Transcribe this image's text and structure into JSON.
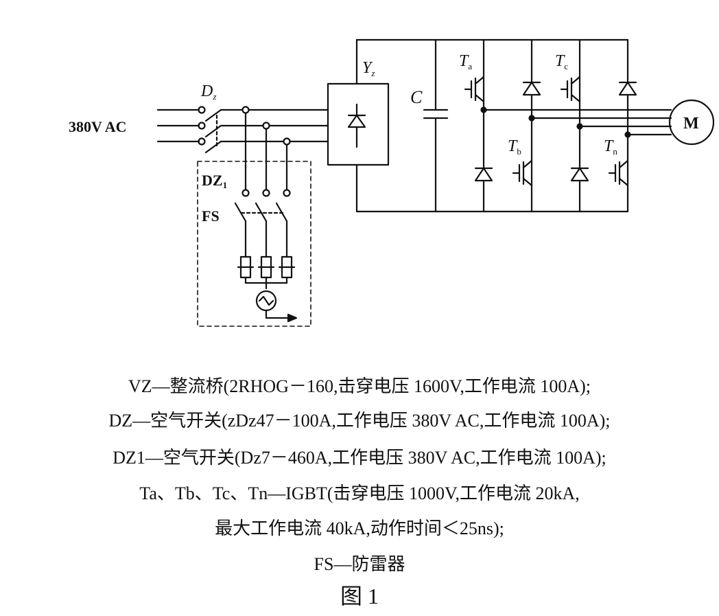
{
  "labels": {
    "ac": "380V AC",
    "dz": "D",
    "dz_sub": "z",
    "dz1": "DZ",
    "dz1_sub": "1",
    "fs": "FS",
    "yz": "Y",
    "yz_sub": "z",
    "c": "C",
    "ta": "T",
    "ta_sub": "a",
    "tb": "T",
    "tb_sub": "b",
    "tc": "T",
    "tc_sub": "c",
    "tn": "T",
    "tn_sub": "n",
    "motor": "M"
  },
  "legend": [
    "VZ—整流桥(2RHOG－160,击穿电压 1600V,工作电流 100A);",
    "DZ—空气开关(zDz47－100A,工作电压 380V AC,工作电流 100A);",
    "DZ1—空气开关(Dz7－460A,工作电压 380V AC,工作电流 100A);",
    "Ta、Tb、Tc、Tn—IGBT(击穿电压 1000V,工作电流 20kA,",
    "最大工作电流 40kA,动作时间＜25ns);",
    "FS—防雷器"
  ],
  "figure_title": "图 1"
}
